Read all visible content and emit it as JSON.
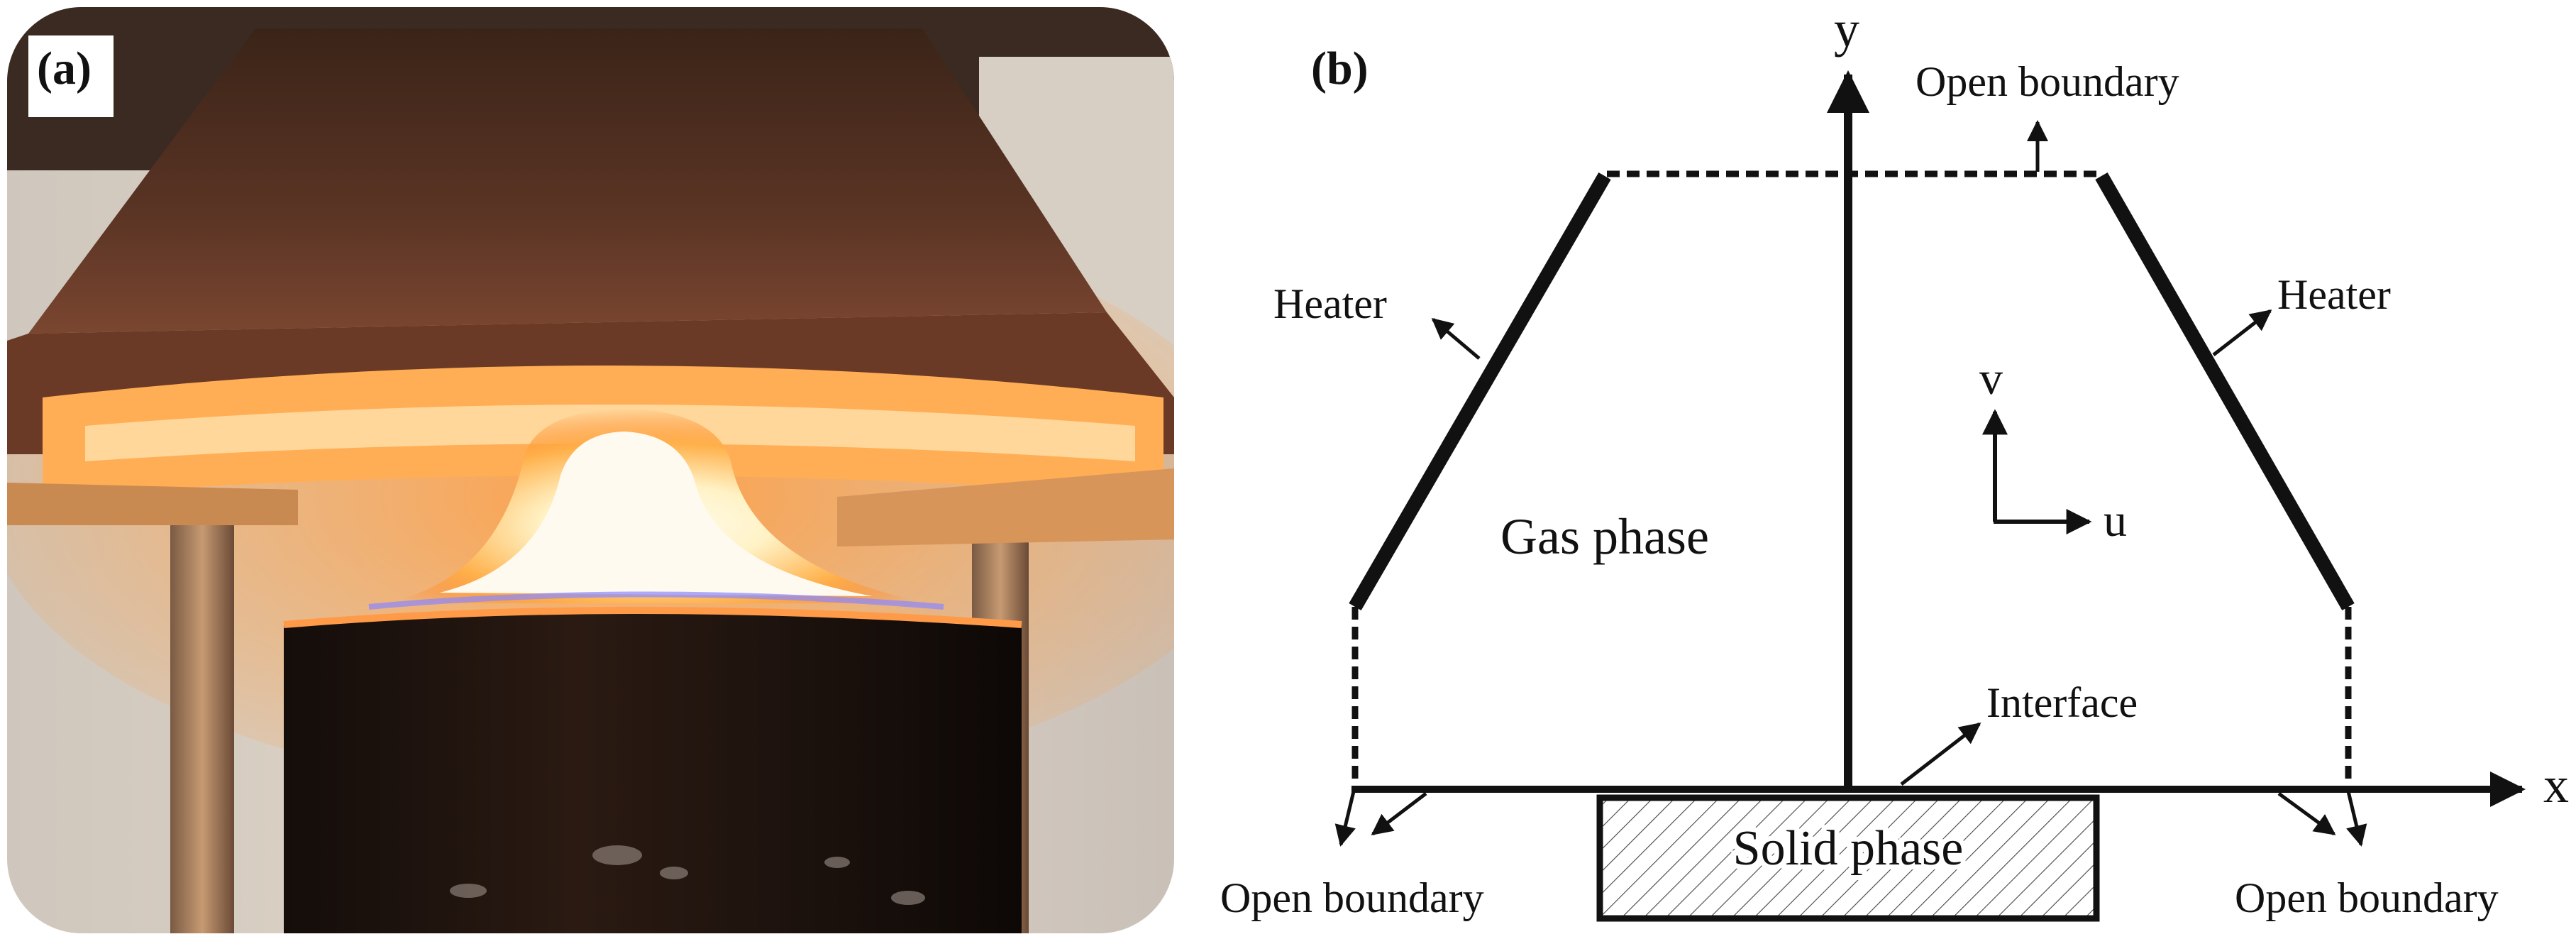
{
  "panel_a": {
    "label": "(a)",
    "photo": "flame photograph"
  },
  "panel_b": {
    "label": "(b)",
    "axes": {
      "x": "x",
      "y": "y"
    },
    "velocity": {
      "u": "u",
      "v": "v"
    },
    "regions": {
      "gas": "Gas phase",
      "solid": "Solid phase"
    },
    "labels": {
      "heater_left": "Heater",
      "heater_right": "Heater",
      "open_top": "Open boundary",
      "open_bottom_left": "Open boundary",
      "open_bottom_right": "Open boundary",
      "interface": "Interface"
    }
  },
  "colors": {
    "line": "#111111",
    "flame_core": "#fff6d8",
    "flame_glow": "#ff9a3a",
    "flame_blue": "#7a7cff",
    "metal_dark": "#2b1a12",
    "metal_rust": "#6b3a24"
  }
}
